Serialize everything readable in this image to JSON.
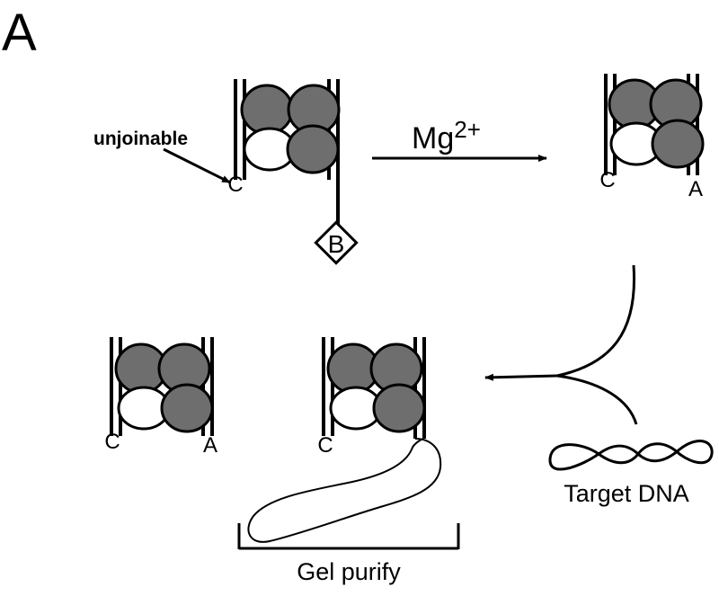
{
  "panel_label": "A",
  "labels": {
    "unjoinable": "unjoinable",
    "cofactor_base": "Mg",
    "cofactor_sup": "2+",
    "biotin": "B",
    "target_dna": "Target DNA",
    "gel_purify": "Gel purify"
  },
  "end_labels": {
    "top_left_c": "C",
    "top_right_c": "C",
    "top_right_a": "A",
    "bottom_left_c": "C",
    "bottom_left_a": "A",
    "bottom_middle_c": "C"
  },
  "colors": {
    "dark_subunit": "#6e6e6e",
    "light_subunit": "#ffffff",
    "ink": "#000000"
  }
}
